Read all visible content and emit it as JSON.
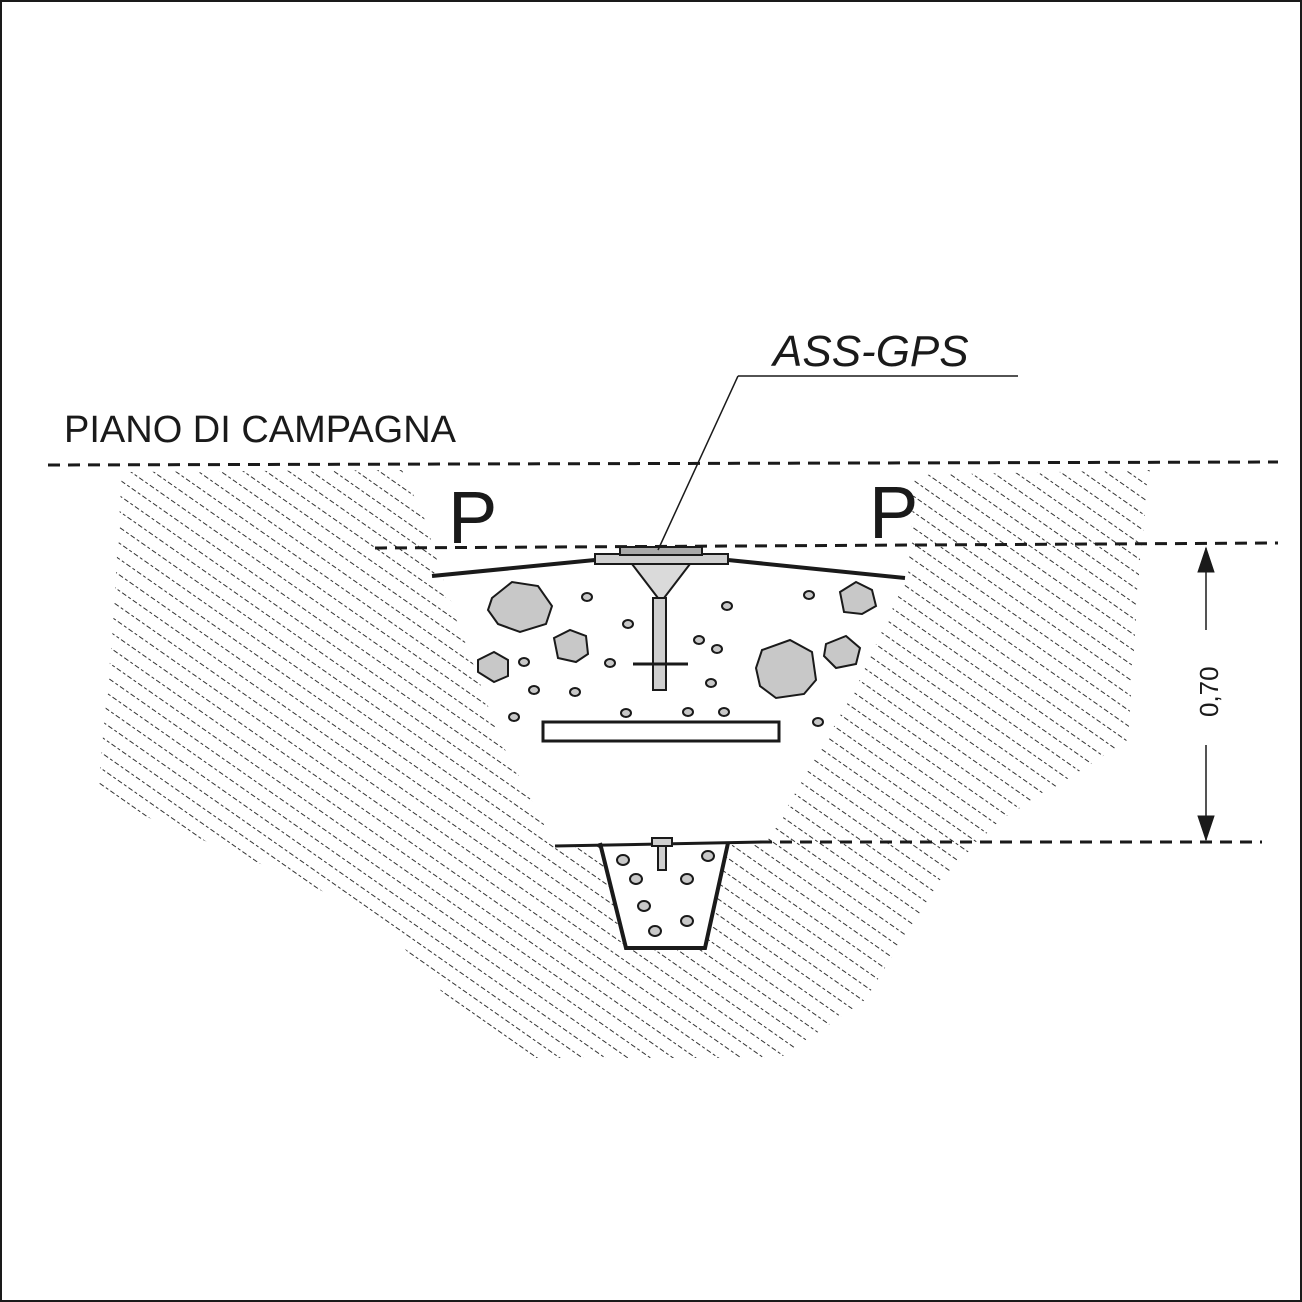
{
  "labels": {
    "ground_level": "PIANO DI CAMPAGNA",
    "marker": "ASS-GPS",
    "p_left": "P",
    "p_right": "P",
    "depth": "0,70"
  },
  "colors": {
    "line": "#1a1a1a",
    "hatch": "#333333",
    "rock": "#c8c8c8",
    "metal": "#cfcfcf",
    "background": "#ffffff"
  }
}
